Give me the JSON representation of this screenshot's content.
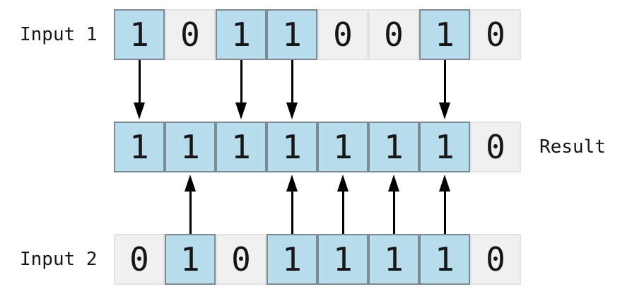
{
  "colors": {
    "cell_on": "#b7dceb",
    "cell_on_border": "#7e8a8f",
    "cell_off": "#f0f0f0",
    "cell_off_border": "#e2e2e2",
    "arrow": "#000000",
    "text": "#161616"
  },
  "rows": {
    "input1": {
      "label": "Input 1",
      "bits": [
        "1",
        "0",
        "1",
        "1",
        "0",
        "0",
        "1",
        "0"
      ]
    },
    "result": {
      "label": "Result",
      "bits": [
        "1",
        "1",
        "1",
        "1",
        "1",
        "1",
        "1",
        "0"
      ]
    },
    "input2": {
      "label": "Input 2",
      "bits": [
        "0",
        "1",
        "0",
        "1",
        "1",
        "1",
        "1",
        "0"
      ]
    }
  },
  "arrows": {
    "down_from_input1_columns": [
      0,
      2,
      3,
      6
    ],
    "up_from_input2_columns": [
      1,
      3,
      4,
      5,
      6
    ]
  }
}
